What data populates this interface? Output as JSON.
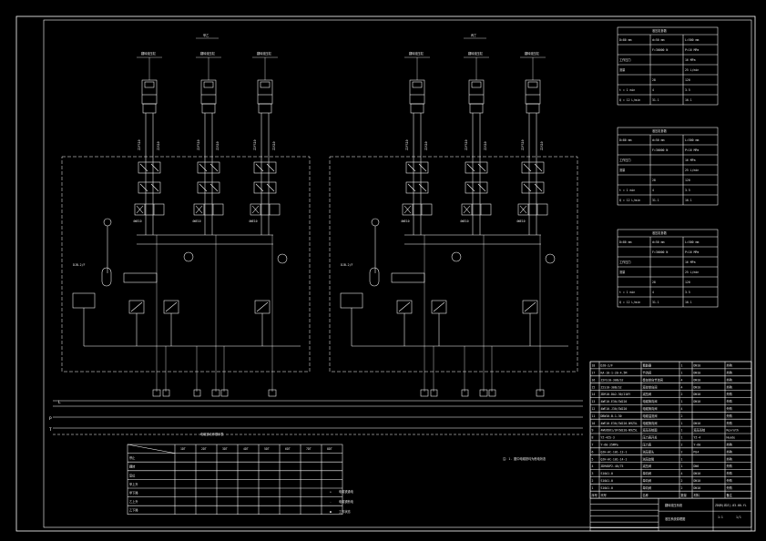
{
  "circuits": [
    {
      "title": "甲乙",
      "actuators": [
        "翻转液压缸",
        "翻转液压缸",
        "翻转液压缸"
      ]
    },
    {
      "title": "丙丁",
      "actuators": [
        "翻转液压缸",
        "翻转液压缸",
        "翻转液压缸"
      ]
    }
  ],
  "param_tables": [
    {
      "rows": [
        [
          "D=80 mm",
          "d=50 mm",
          "L=500 mm"
        ],
        [
          "",
          "F=30000 N",
          "P=16 MPa"
        ],
        [
          "工作压力",
          "",
          "16 MPa"
        ],
        [
          "流量",
          "",
          "25 L/min"
        ],
        [
          "",
          "28",
          "120"
        ],
        [
          "t = 1 min",
          "4",
          "3.5"
        ],
        [
          "Q = 12 L/min",
          "31.1",
          "16.1"
        ]
      ]
    },
    {
      "rows": [
        [
          "D=80 mm",
          "d=50 mm",
          "L=500 mm"
        ],
        [
          "",
          "F=30000 N",
          "P=16 MPa"
        ],
        [
          "工作压力",
          "",
          "16 MPa"
        ],
        [
          "流量",
          "",
          "25 L/min"
        ],
        [
          "",
          "28",
          "120"
        ],
        [
          "t = 1 min",
          "4",
          "3.5"
        ],
        [
          "Q = 12 L/min",
          "31.1",
          "16.1"
        ]
      ]
    },
    {
      "rows": [
        [
          "D=80 mm",
          "d=50 mm",
          "L=500 mm"
        ],
        [
          "",
          "F=30000 N",
          "P=16 MPa"
        ],
        [
          "工作压力",
          "",
          "16 MPa"
        ],
        [
          "流量",
          "",
          "25 L/min"
        ],
        [
          "",
          "28",
          "120"
        ],
        [
          "t = 1 min",
          "4",
          "3.5"
        ],
        [
          "Q = 12 L/min",
          "31.1",
          "16.1"
        ]
      ]
    }
  ],
  "bom": [
    {
      "no": "18",
      "code": "DJB-2/F",
      "name": "蓄能器",
      "qty": "1",
      "mat": "DN10",
      "note": "外购"
    },
    {
      "no": "17",
      "code": "KA-10-1-20-4.5M",
      "name": "节流阀",
      "qty": "1",
      "mat": "DN10",
      "note": "外购"
    },
    {
      "no": "16",
      "code": "Z2FS10-30B/S2",
      "name": "叠加单向节流阀",
      "qty": "4",
      "mat": "DN10",
      "note": "外购"
    },
    {
      "no": "15",
      "code": "Z2S10-30B/S2",
      "name": "液控单向阀",
      "qty": "4",
      "mat": "DN10",
      "note": "外购"
    },
    {
      "no": "14",
      "code": "ZDR10-DA2-30/210Y",
      "name": "减压阀",
      "qty": "2",
      "mat": "DN10",
      "note": "外购"
    },
    {
      "no": "13",
      "code": "4WE10-E30/CW220",
      "name": "电磁换向阀",
      "qty": "1",
      "mat": "DN10",
      "note": "外购"
    },
    {
      "no": "12",
      "code": "4WE10-J30/CW220",
      "name": "电磁换向阀",
      "qty": "4",
      "mat": "",
      "note": "外购"
    },
    {
      "no": "11",
      "code": "DBW10-B-1-30",
      "name": "电磁溢流阀",
      "qty": "2",
      "mat": "",
      "note": "外购"
    },
    {
      "no": "10",
      "code": "4WE10-E30/CW220-N9Z5L",
      "name": "电磁换向阀",
      "qty": "1",
      "mat": "DN10",
      "note": "外购"
    },
    {
      "no": "9",
      "code": "4WE6D61/OFCW220-N9Z5L",
      "name": "液压系统图",
      "qty": "1",
      "mat": "液压系统",
      "note": "Rexroth"
    },
    {
      "no": "8",
      "code": "YZ-4ZS-3",
      "name": "压力表开关",
      "qty": "1",
      "mat": "YZ-4",
      "note": "Huade"
    },
    {
      "no": "7",
      "code": "Y-60-25MPa",
      "name": "压力表",
      "qty": "2",
      "mat": "Y-60",
      "note": "外购"
    },
    {
      "no": "6",
      "code": "QJH-AC-101-13-1",
      "name": "测压接头",
      "qty": "2",
      "mat": "M14",
      "note": "外购"
    },
    {
      "no": "5",
      "code": "QJH-AC-101-14-1",
      "name": "测压软管",
      "qty": "1",
      "mat": "",
      "note": "外购"
    },
    {
      "no": "4",
      "code": "ZDR6DP2-40/75",
      "name": "减压阀",
      "qty": "1",
      "mat": "DN6",
      "note": "外购"
    },
    {
      "no": "3",
      "code": "S10A1.0",
      "name": "单向阀",
      "qty": "4",
      "mat": "DN10",
      "note": "外购"
    },
    {
      "no": "2",
      "code": "S10A1.0",
      "name": "单向阀",
      "qty": "2",
      "mat": "DN10",
      "note": "外购"
    },
    {
      "no": "1",
      "code": "S10A1.0",
      "name": "单向阀",
      "qty": "2",
      "mat": "DN10",
      "note": "外购"
    }
  ],
  "bom_header": [
    "序号",
    "代号",
    "名称",
    "数量",
    "材料",
    "备注"
  ],
  "title_block": {
    "drawing_no": "ZDQR(ZDZ)-03-00-YL",
    "drawing_name": "液压系统原理图",
    "company": "翻转液压系统",
    "scale": "1:1",
    "sheet": "1",
    "sheets": "1"
  },
  "action_table": {
    "caption": "电磁铁动作顺序表",
    "col_headers": [
      "1DT",
      "2DT",
      "3DT",
      "4DT",
      "5DT",
      "6DT",
      "7DT",
      "8DT"
    ],
    "row_labels": [
      "停止",
      "翻转",
      "复位",
      "甲上升",
      "甲下降",
      "乙上升",
      "乙下降"
    ]
  },
  "legend": [
    {
      "symbol": "+",
      "text": "电磁铁通电"
    },
    {
      "symbol": "-",
      "text": "电磁铁断电"
    },
    {
      "symbol": "●",
      "text": "工作状态"
    }
  ],
  "notes": [
    "注：1.  图中电磁铁均为断电状态"
  ],
  "main_lines": [
    "P",
    "T",
    "L"
  ]
}
